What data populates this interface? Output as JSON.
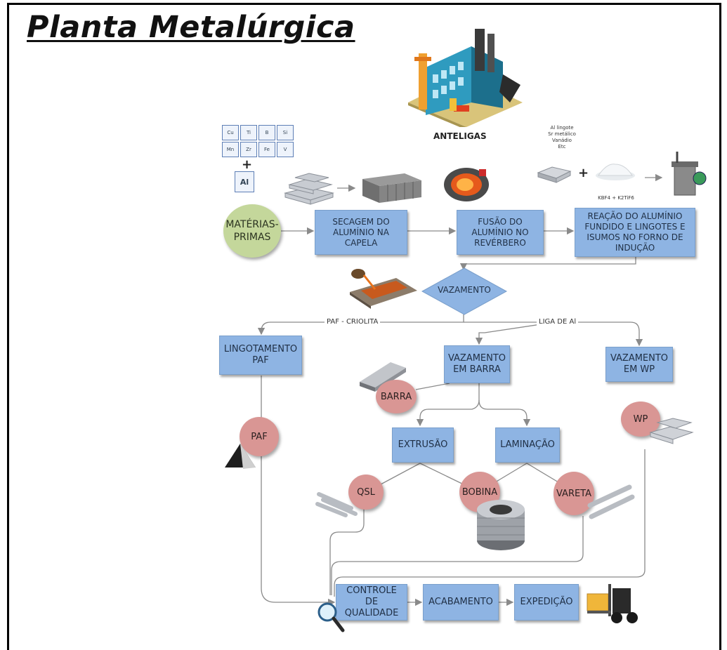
{
  "title": "Planta Metalúrgica",
  "company": "ANTELIGAS",
  "periodic_elements": [
    "Cu",
    "Ti",
    "B",
    "Si",
    "Mn",
    "Zr",
    "Fe",
    "V"
  ],
  "al_element": "Al",
  "plus": "+",
  "inputs_note": [
    "Al lingote",
    "Sr metálico",
    "Vanádio",
    "Etc"
  ],
  "flux_note": "KBF4 + K2TiF6",
  "nodes": {
    "materias_primas": "MATÉRIAS-PRIMAS",
    "secagem": "SECAGEM DO ALUMÍNIO NA CAPELA",
    "fusao": "FUSÃO DO ALUMÍNIO NO REVÉRBERO",
    "reacao": "REAÇÃO DO ALUMÍNIO FUNDIDO E LINGOTES E ISUMOS NO FORNO DE INDUÇÃO",
    "vazamento": "VAZAMENTO",
    "lingotamento_paf": "LINGOTAMENTO PAF",
    "vazamento_barra": "VAZAMENTO EM BARRA",
    "vazamento_wp": "VAZAMENTO EM WP",
    "extrusao": "EXTRUSÃO",
    "laminacao": "LAMINAÇÃO",
    "controle": "CONTROLE DE QUALIDADE",
    "acabamento": "ACABAMENTO",
    "expedicao": "EXPEDIÇÃO"
  },
  "products": {
    "barra": "BARRA",
    "paf": "PAF",
    "wp": "WP",
    "qsl": "QSL",
    "bobina": "BOBINA",
    "vareta": "VARETA"
  },
  "edge_labels": {
    "paf_criolita": "PAF - CRIOLITA",
    "liga_al": "LIGA DE Al"
  },
  "colors": {
    "process_box": "#8eb4e3",
    "product_circle": "#d99694",
    "raw_material_circle": "#c4d79b",
    "line": "#8a8a8a"
  }
}
